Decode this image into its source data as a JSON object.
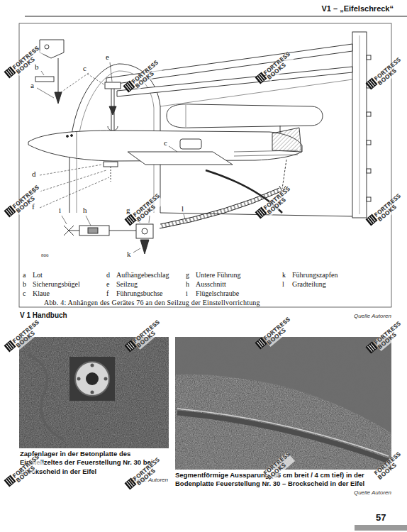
{
  "diagram": {
    "title": "V1 – „Eifelschreck“",
    "caption": "Abb. 4: Anhängen des Gerätes 76 an den Seilzug der Einstellvorrichtung",
    "labels": [
      "b",
      "e",
      "c",
      "a",
      "d",
      "k",
      "f",
      "i",
      "h",
      "g",
      "i",
      "l",
      "c",
      "k",
      "806",
      "a",
      "Lot",
      "b",
      "Sicherungsbügel",
      "c",
      "Klaue",
      "d",
      "Aufhängebeschlag",
      "e",
      "Seilzug",
      "f",
      "Führungsbuchse",
      "g",
      "Untere Führung",
      "h",
      "Ausschnitt",
      "i",
      "Flügelschraube",
      "k",
      "Führungszapfen",
      "l",
      "Gradteilung",
      "V 1 Handbuch",
      "Quelle Autoren",
      "Zapfenlager in der Betonplatte des Einstellzeltes der Feuerstellung Nr. 30 bei Brockscheid in der Eifel",
      "Quelle Autoren",
      "Segmentförmige Aussparung (35 cm breit / 4 cm tief) in der Bodenplatte Feuerstellung Nr. 30 – Brockscheid in der Eifel",
      "Quelle Autoren",
      "57",
      "FORTRESS BOOKS",
      "FORTRESS BOOKS",
      "FORTRESS BOOKS",
      "FORTRESS BOOKS",
      "FORTRESS BOOKS",
      "FORTRESS BOOKS",
      "FORTRESS BOOKS",
      "FORTRESS BOOKS",
      "FORTRESS BOOKS",
      "FORTRESS BOOKS",
      "FORTRESS BOOKS",
      "FORTRESS BOOKS",
      "FORTRESS BOOKS",
      "FORTRESS BOOKS",
      "FORTRESS BOOKS",
      "FORTRESS BOOKS"
    ]
  }
}
